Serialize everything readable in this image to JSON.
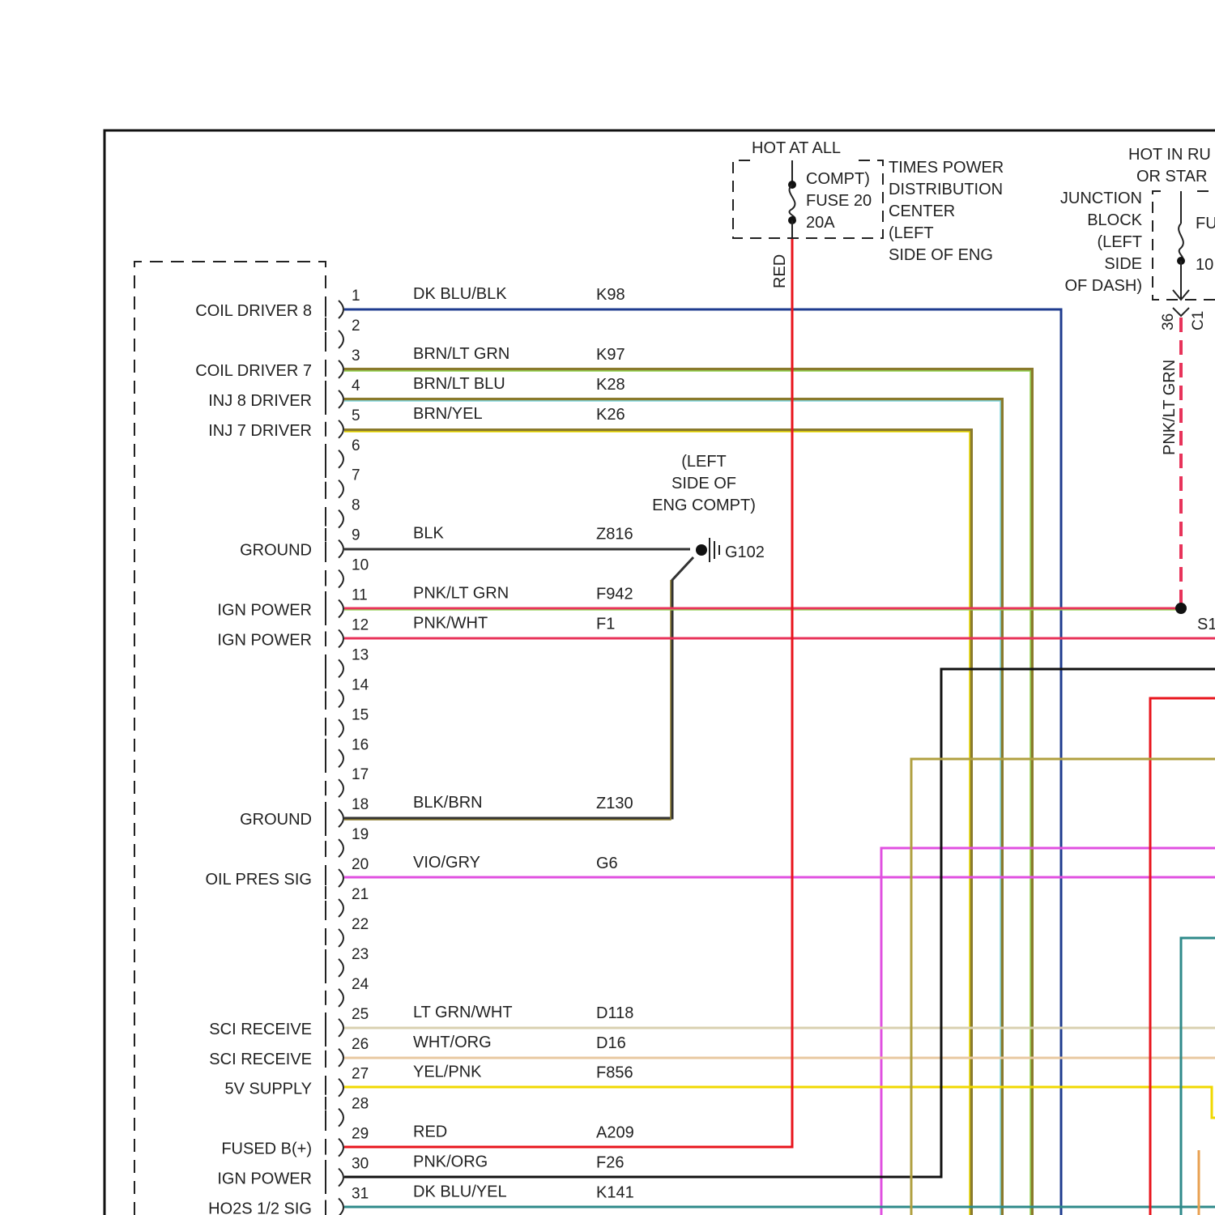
{
  "fuse_box": {
    "hot_at_all": "HOT AT ALL",
    "label_lines": [
      "COMPT)",
      "FUSE 20",
      "20A"
    ],
    "pdc_lines": [
      "TIMES POWER",
      "DISTRIBUTION",
      "CENTER",
      "(LEFT",
      "SIDE OF ENG"
    ],
    "wire_label": "RED"
  },
  "junction_block": {
    "hot_lines": [
      "HOT IN RU",
      "OR STAR"
    ],
    "label_lines": [
      "JUNCTION",
      "BLOCK",
      "(LEFT",
      "SIDE",
      "OF DASH)"
    ],
    "fuse_lines": [
      "FU",
      "10"
    ],
    "connector_pin": "36",
    "connector": "C1",
    "wire_label": "PNK/LT GRN",
    "splice_label": "S1"
  },
  "ground_location": {
    "lines": [
      "(LEFT",
      "SIDE OF",
      "ENG COMPT)"
    ],
    "ground_id": "G102"
  },
  "pins": [
    {
      "num": "1",
      "func": "COIL DRIVER 8",
      "color": "DK BLU/BLK",
      "circuit": "K98"
    },
    {
      "num": "2",
      "func": "",
      "color": "",
      "circuit": ""
    },
    {
      "num": "3",
      "func": "COIL DRIVER 7",
      "color": "BRN/LT GRN",
      "circuit": "K97"
    },
    {
      "num": "4",
      "func": "INJ 8 DRIVER",
      "color": "BRN/LT BLU",
      "circuit": "K28"
    },
    {
      "num": "5",
      "func": "INJ 7 DRIVER",
      "color": "BRN/YEL",
      "circuit": "K26"
    },
    {
      "num": "6",
      "func": "",
      "color": "",
      "circuit": ""
    },
    {
      "num": "7",
      "func": "",
      "color": "",
      "circuit": ""
    },
    {
      "num": "8",
      "func": "",
      "color": "",
      "circuit": ""
    },
    {
      "num": "9",
      "func": "GROUND",
      "color": "BLK",
      "circuit": "Z816"
    },
    {
      "num": "10",
      "func": "",
      "color": "",
      "circuit": ""
    },
    {
      "num": "11",
      "func": "IGN POWER",
      "color": "PNK/LT GRN",
      "circuit": "F942"
    },
    {
      "num": "12",
      "func": "IGN POWER",
      "color": "PNK/WHT",
      "circuit": "F1"
    },
    {
      "num": "13",
      "func": "",
      "color": "",
      "circuit": ""
    },
    {
      "num": "14",
      "func": "",
      "color": "",
      "circuit": ""
    },
    {
      "num": "15",
      "func": "",
      "color": "",
      "circuit": ""
    },
    {
      "num": "16",
      "func": "",
      "color": "",
      "circuit": ""
    },
    {
      "num": "17",
      "func": "",
      "color": "",
      "circuit": ""
    },
    {
      "num": "18",
      "func": "GROUND",
      "color": "BLK/BRN",
      "circuit": "Z130"
    },
    {
      "num": "19",
      "func": "",
      "color": "",
      "circuit": ""
    },
    {
      "num": "20",
      "func": "OIL PRES SIG",
      "color": "VIO/GRY",
      "circuit": "G6"
    },
    {
      "num": "21",
      "func": "",
      "color": "",
      "circuit": ""
    },
    {
      "num": "22",
      "func": "",
      "color": "",
      "circuit": ""
    },
    {
      "num": "23",
      "func": "",
      "color": "",
      "circuit": ""
    },
    {
      "num": "24",
      "func": "",
      "color": "",
      "circuit": ""
    },
    {
      "num": "25",
      "func": "SCI RECEIVE",
      "color": "LT GRN/WHT",
      "circuit": "D118"
    },
    {
      "num": "26",
      "func": "SCI RECEIVE",
      "color": "WHT/ORG",
      "circuit": "D16"
    },
    {
      "num": "27",
      "func": "5V SUPPLY",
      "color": "YEL/PNK",
      "circuit": "F856"
    },
    {
      "num": "28",
      "func": "",
      "color": "",
      "circuit": ""
    },
    {
      "num": "29",
      "func": "FUSED B(+)",
      "color": "RED",
      "circuit": "A209"
    },
    {
      "num": "30",
      "func": "IGN POWER",
      "color": "PNK/ORG",
      "circuit": "F26"
    },
    {
      "num": "31",
      "func": "HO2S 1/2 SIG",
      "color": "DK BLU/YEL",
      "circuit": "K141"
    }
  ],
  "wire_colors": {
    "dk_blu": "#1f3c8f",
    "brn": "#8a7a2c",
    "lt_grn": "#8fd14f",
    "lt_blu": "#7fd6e0",
    "yel": "#e8d800",
    "blk": "#222222",
    "pnk": "#e8335a",
    "red": "#e8141c",
    "vio": "#e050e0",
    "wht": "#e6e0c8",
    "org": "#e8a050",
    "teal": "#2f8a8a"
  }
}
